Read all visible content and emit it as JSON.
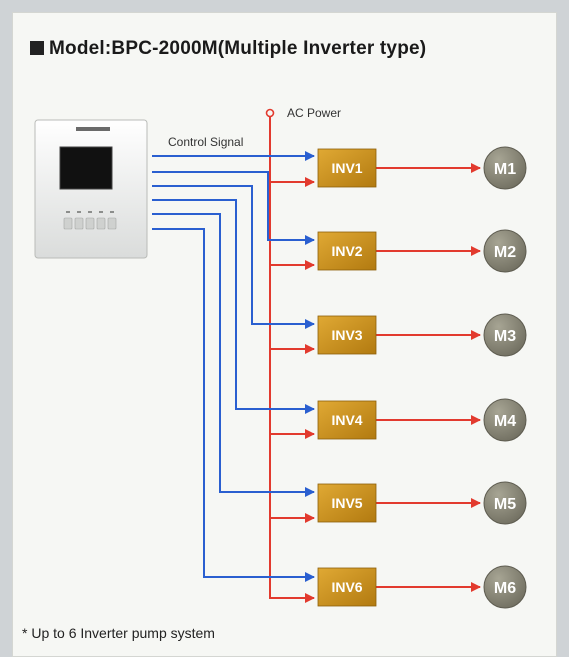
{
  "title": "Model:BPC-2000M(Multiple Inverter type)",
  "labels": {
    "ac_power": "AC Power",
    "control_signal": "Control Signal"
  },
  "inverters": [
    "INV1",
    "INV2",
    "INV3",
    "INV4",
    "INV5",
    "INV6"
  ],
  "motors": [
    "M1",
    "M2",
    "M3",
    "M4",
    "M5",
    "M6"
  ],
  "footnote": "* Up to 6 Inverter pump system",
  "colors": {
    "control_signal": "#2a5fd0",
    "power": "#e23a2e",
    "inverter_box": "#c9901c",
    "motor": "#7f7d6e"
  }
}
